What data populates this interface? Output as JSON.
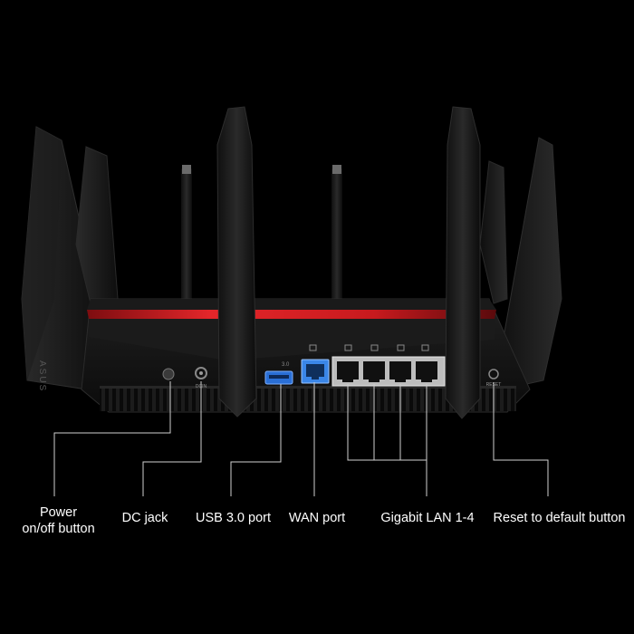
{
  "product": {
    "brand_mark": "ASUS",
    "usb_mark": "3.0",
    "colors": {
      "background": "#000000",
      "chassis": "#151515",
      "accent_stripe": "#d0181c",
      "usb_port": "#2a6fd6",
      "wan_port": "#3a86e8",
      "callout_line": "#cfcfcf",
      "label_text": "#ffffff"
    }
  },
  "callouts": [
    {
      "id": "power",
      "lines": [
        "Power",
        "on/off button"
      ]
    },
    {
      "id": "dc-jack",
      "lines": [
        "DC jack"
      ]
    },
    {
      "id": "usb",
      "lines": [
        "USB 3.0 port"
      ]
    },
    {
      "id": "wan",
      "lines": [
        "WAN port"
      ]
    },
    {
      "id": "lan",
      "lines": [
        "Gigabit LAN 1-4"
      ]
    },
    {
      "id": "reset",
      "lines": [
        "Reset to default button"
      ]
    }
  ]
}
